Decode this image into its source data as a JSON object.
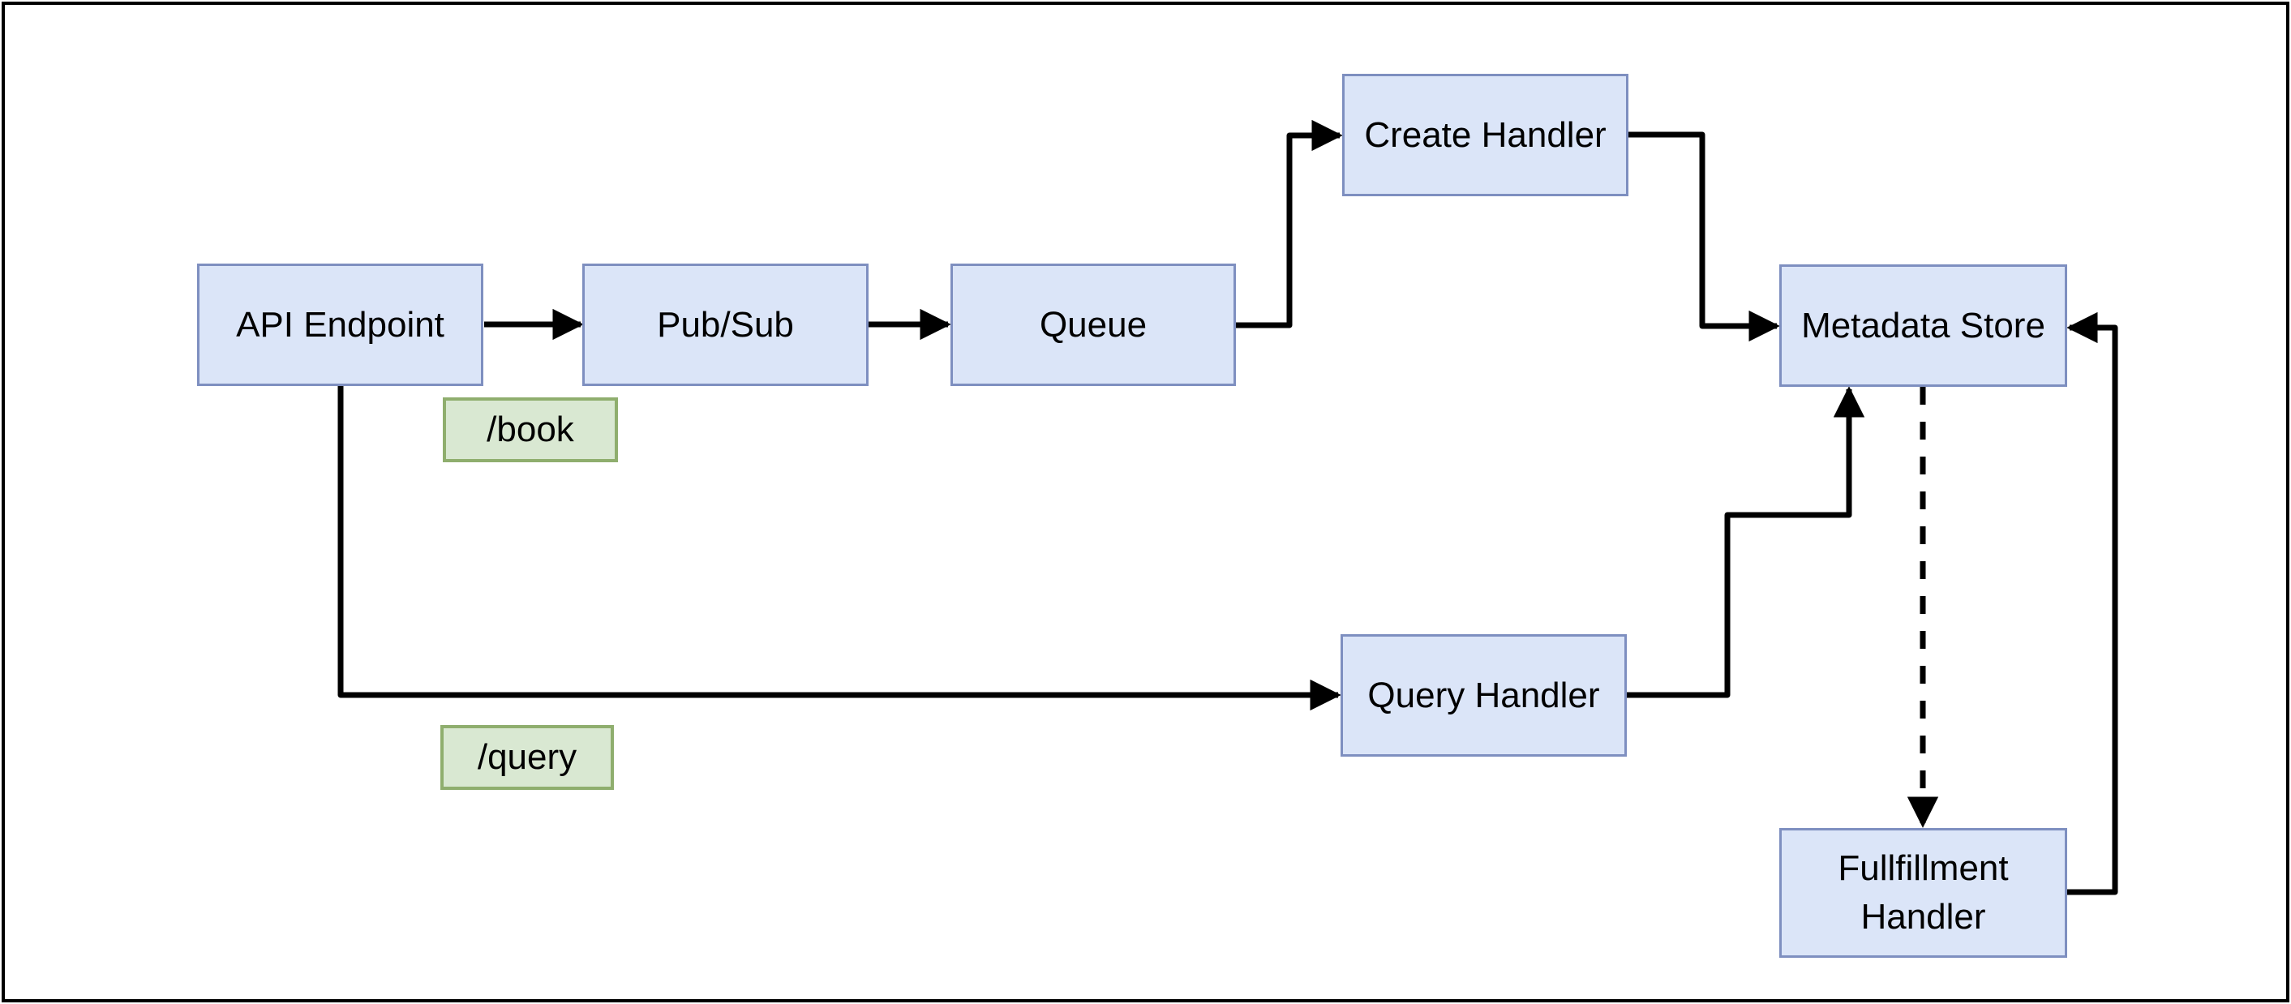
{
  "diagram": {
    "nodes": [
      {
        "id": "api-endpoint",
        "label": "API Endpoint"
      },
      {
        "id": "pub-sub",
        "label": "Pub/Sub"
      },
      {
        "id": "queue",
        "label": "Queue"
      },
      {
        "id": "create-handler",
        "label": "Create Handler"
      },
      {
        "id": "metadata-store",
        "label": "Metadata Store"
      },
      {
        "id": "query-handler",
        "label": "Query Handler"
      },
      {
        "id": "fulfillment-handler",
        "label": "Fullfillment Handler"
      }
    ],
    "edge_labels": [
      {
        "id": "book",
        "label": "/book"
      },
      {
        "id": "query",
        "label": "/query"
      }
    ],
    "edges": [
      {
        "from": "API Endpoint",
        "to": "Pub/Sub",
        "style": "solid",
        "label": "/book"
      },
      {
        "from": "Pub/Sub",
        "to": "Queue",
        "style": "solid"
      },
      {
        "from": "Queue",
        "to": "Create Handler",
        "style": "solid"
      },
      {
        "from": "Create Handler",
        "to": "Metadata Store",
        "style": "solid"
      },
      {
        "from": "API Endpoint",
        "to": "Query Handler",
        "style": "solid",
        "label": "/query"
      },
      {
        "from": "Query Handler",
        "to": "Metadata Store",
        "style": "solid"
      },
      {
        "from": "Metadata Store",
        "to": "Fullfillment Handler",
        "style": "dashed"
      },
      {
        "from": "Fullfillment Handler",
        "to": "Metadata Store",
        "style": "solid"
      }
    ],
    "colors": {
      "node_fill": "#dbe5f8",
      "node_border": "#7e8fc0",
      "label_fill": "#d9e8d2",
      "label_border": "#8fae6e",
      "connector": "#000000",
      "frame": "#000000",
      "background": "#ffffff"
    }
  }
}
